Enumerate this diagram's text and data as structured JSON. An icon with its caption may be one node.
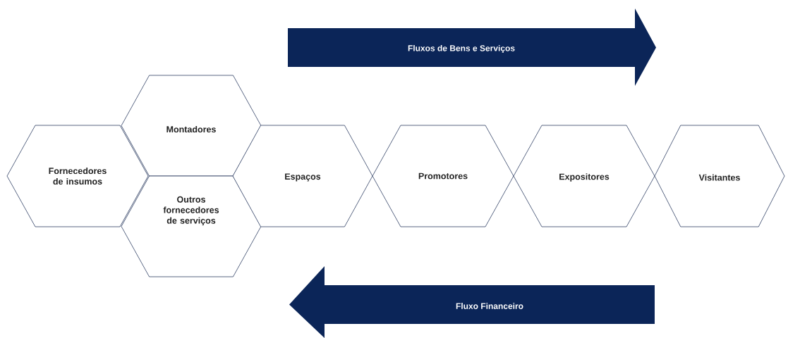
{
  "diagram": {
    "nodes": [
      {
        "text": [
          "Fluxos de Bens e Serviços"
        ]
      },
      {
        "text": [
          "Fornecedores de insumos"
        ]
      },
      {
        "text": [
          "Montadores"
        ]
      },
      {
        "text": [
          "Outros fornecedores de serviços"
        ]
      },
      {
        "text": [
          "Espaços"
        ]
      },
      {
        "text": [
          "Promotores"
        ]
      },
      {
        "text": [
          "Expositores"
        ]
      },
      {
        "text": [
          "Visitantes"
        ]
      },
      {
        "text": [
          "Fluxo Financeiro"
        ]
      }
    ]
  }
}
